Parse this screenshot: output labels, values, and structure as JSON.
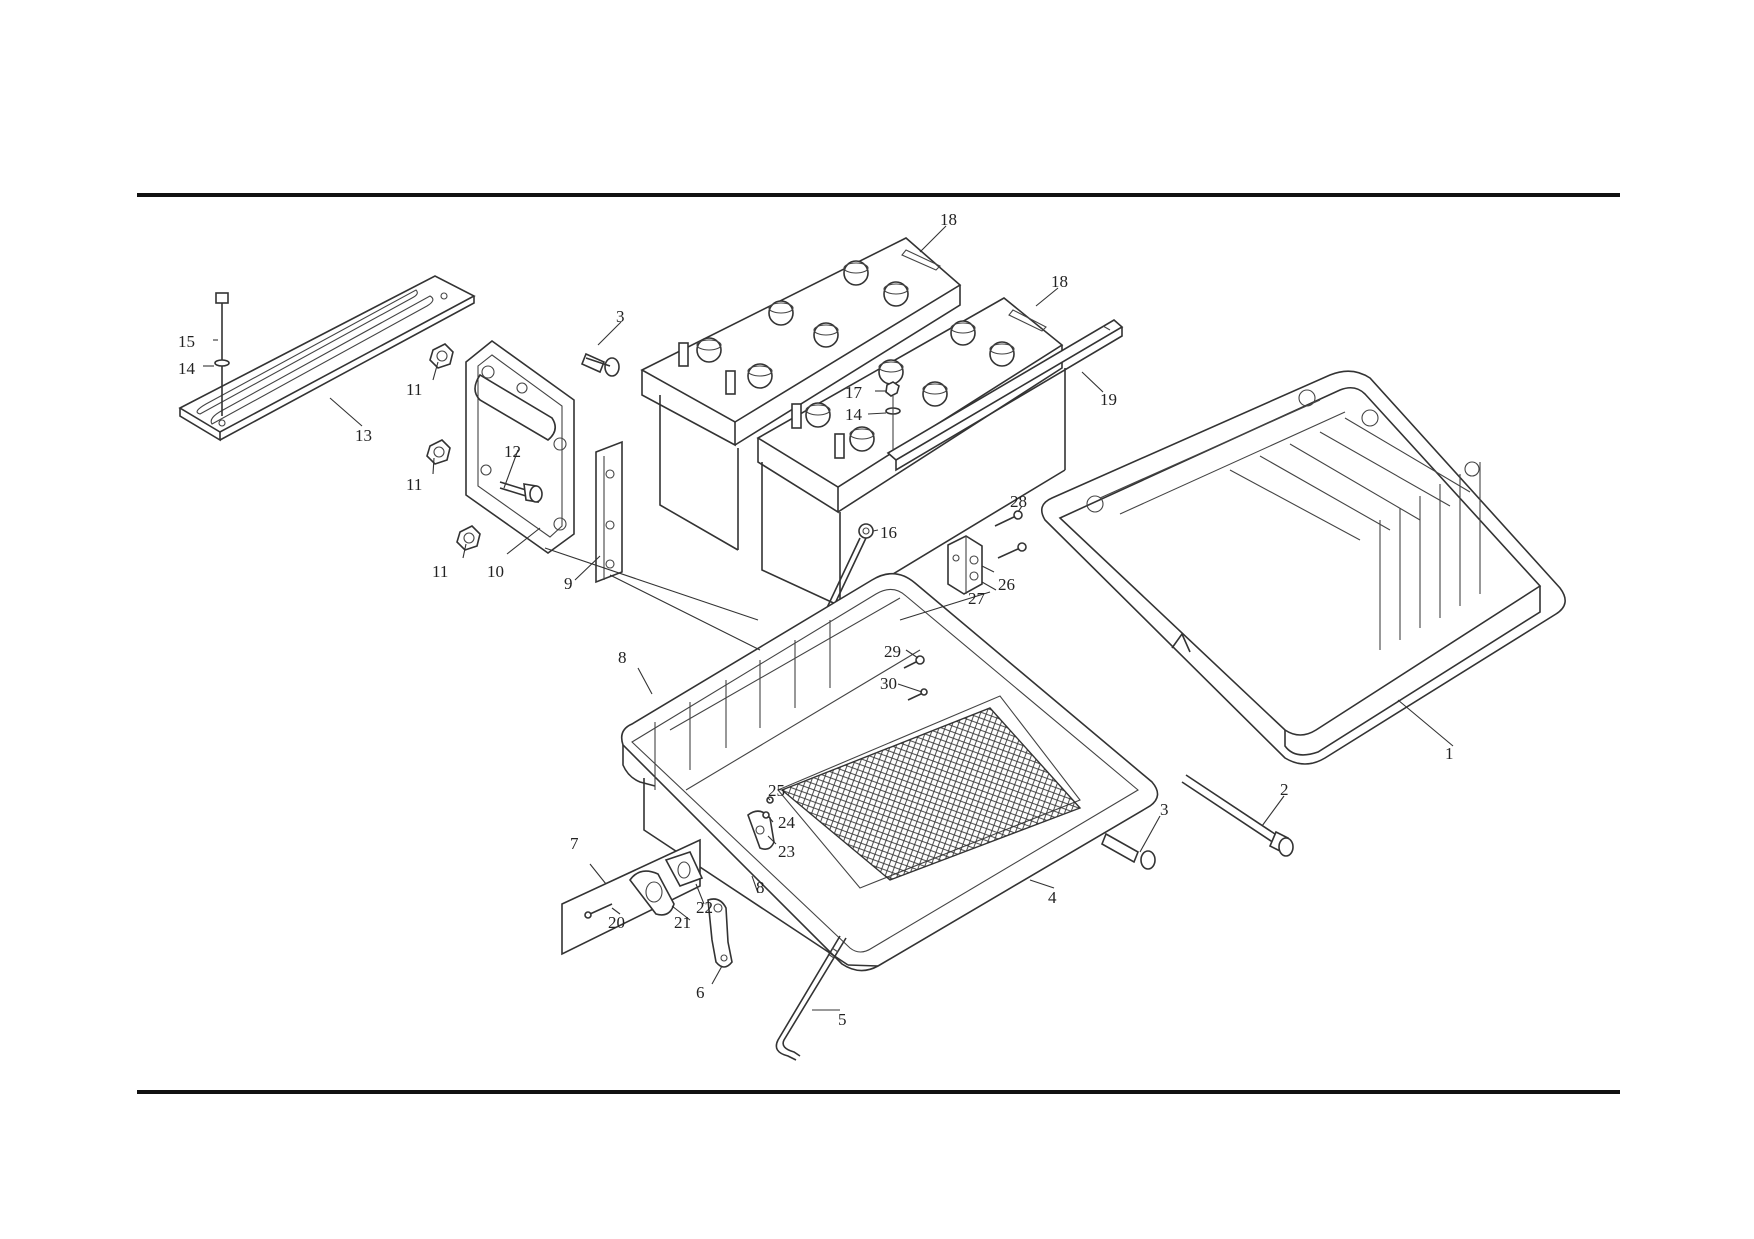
{
  "colors": {
    "line": "#333333",
    "rule": "#111111",
    "background": "#ffffff"
  },
  "callouts": {
    "c1": "1",
    "c2": "2",
    "c3a": "3",
    "c3b": "3",
    "c4": "4",
    "c5": "5",
    "c6": "6",
    "c7": "7",
    "c8a": "8",
    "c8b": "8",
    "c9": "9",
    "c10": "10",
    "c11a": "11",
    "c11b": "11",
    "c11c": "11",
    "c12": "12",
    "c13": "13",
    "c14a": "14",
    "c14b": "14",
    "c15": "15",
    "c16": "16",
    "c17": "17",
    "c18a": "18",
    "c18b": "18",
    "c19": "19",
    "c20": "20",
    "c21": "21",
    "c22": "22",
    "c23": "23",
    "c24": "24",
    "c25": "25",
    "c26": "26",
    "c27": "27",
    "c28": "28",
    "c29": "29",
    "c30": "30"
  }
}
